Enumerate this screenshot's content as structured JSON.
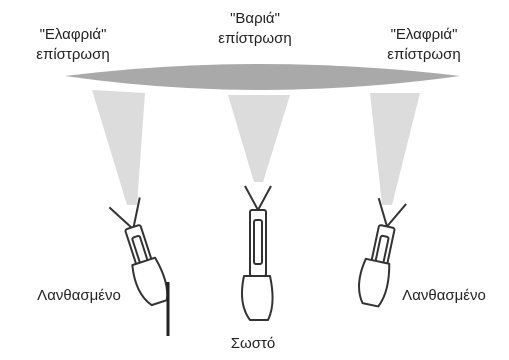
{
  "labels": {
    "left_coat": {
      "line1": "\"Ελαφριά\"",
      "line2": "επίστρωση"
    },
    "center_coat": {
      "line1": "\"Βαριά\"",
      "line2": "επίστρωση"
    },
    "right_coat": {
      "line1": "\"Ελαφριά\"",
      "line2": "επίστρωση"
    },
    "left_technique": "Λανθασμένο",
    "center_technique": "Σωστό",
    "right_technique": "Λανθασμένο"
  },
  "colors": {
    "surface": "#a9a9a9",
    "spray_cone": "#dcdcdc",
    "gun_outline": "#333333"
  },
  "icons": [
    "spray-gun-icon",
    "hand-icon"
  ]
}
